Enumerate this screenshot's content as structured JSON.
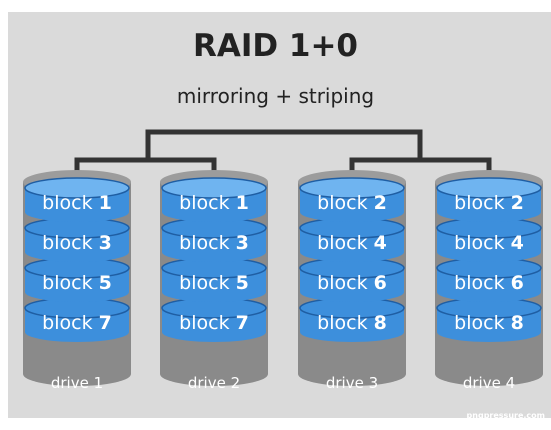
{
  "title": "RAID 1+0",
  "subtitle": "mirroring + striping",
  "colors": {
    "background": "#dadada",
    "disk_blue": "#3d8fdc",
    "disk_top": "#6fb4f0",
    "disk_dark": "#1f5ea3",
    "drive_gray": "#8a8a8a",
    "connector": "#333333"
  },
  "drives": [
    {
      "label": "drive 1",
      "blocks": [
        {
          "word": "block",
          "num": "1"
        },
        {
          "word": "block",
          "num": "3"
        },
        {
          "word": "block",
          "num": "5"
        },
        {
          "word": "block",
          "num": "7"
        }
      ]
    },
    {
      "label": "drive 2",
      "blocks": [
        {
          "word": "block",
          "num": "1"
        },
        {
          "word": "block",
          "num": "3"
        },
        {
          "word": "block",
          "num": "5"
        },
        {
          "word": "block",
          "num": "7"
        }
      ]
    },
    {
      "label": "drive 3",
      "blocks": [
        {
          "word": "block",
          "num": "2"
        },
        {
          "word": "block",
          "num": "4"
        },
        {
          "word": "block",
          "num": "6"
        },
        {
          "word": "block",
          "num": "8"
        }
      ]
    },
    {
      "label": "drive 4",
      "blocks": [
        {
          "word": "block",
          "num": "2"
        },
        {
          "word": "block",
          "num": "4"
        },
        {
          "word": "block",
          "num": "6"
        },
        {
          "word": "block",
          "num": "8"
        }
      ]
    }
  ],
  "watermark": "pngpressure.com"
}
